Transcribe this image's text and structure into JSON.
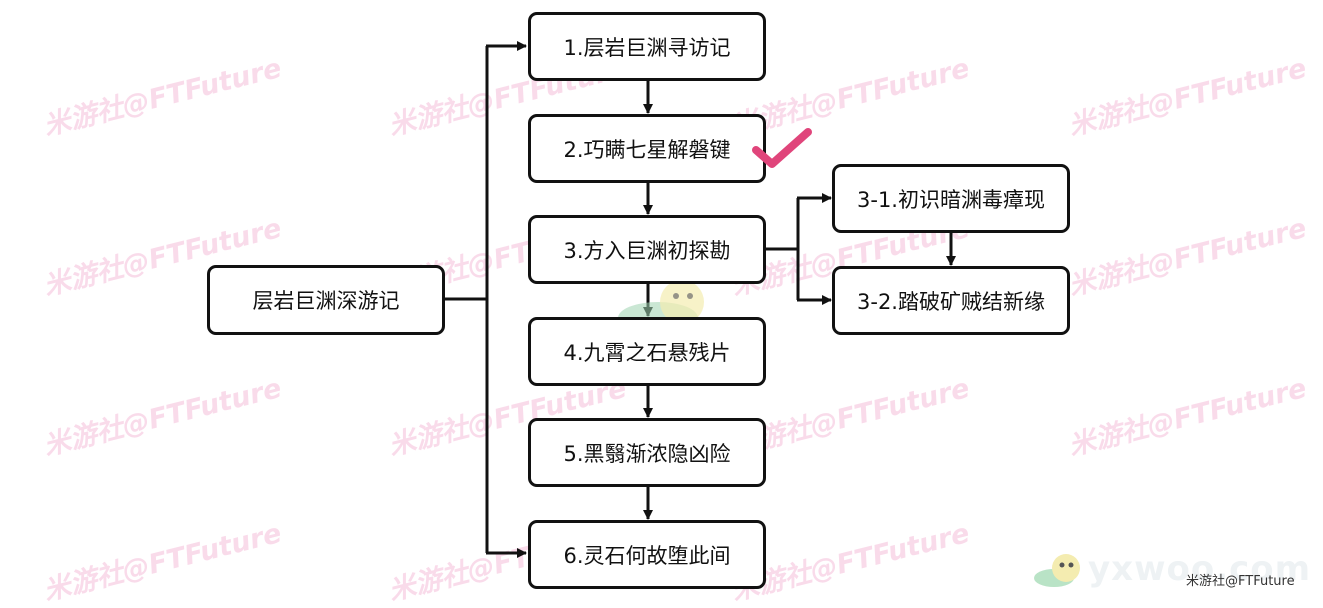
{
  "diagram": {
    "root": {
      "label": "层岩巨渊深游记"
    },
    "steps": [
      {
        "label": "1.层岩巨渊寻访记"
      },
      {
        "label": "2.巧瞒七星解磐键",
        "completed": true
      },
      {
        "label": "3.方入巨渊初探勘"
      },
      {
        "label": "4.九霄之石悬残片"
      },
      {
        "label": "5.黑翳渐浓隐凶险"
      },
      {
        "label": "6.灵石何故堕此间"
      }
    ],
    "substeps": [
      {
        "label": "3-1.初识暗渊毒瘴现"
      },
      {
        "label": "3-2.踏破矿贼结新缘"
      }
    ]
  },
  "watermark": {
    "text": "米游社@FTFuture"
  },
  "site_logo": {
    "text": "yxwoo.com"
  },
  "corner_credit": {
    "text": "米游社@FTFuture"
  },
  "colors": {
    "border": "#111111",
    "arrow": "#111111",
    "checkmark": "#e0457b",
    "watermark": "#f7c8e0"
  },
  "icons": {
    "checkmark": "checkmark-icon",
    "snail": "snail-mascot-icon"
  }
}
